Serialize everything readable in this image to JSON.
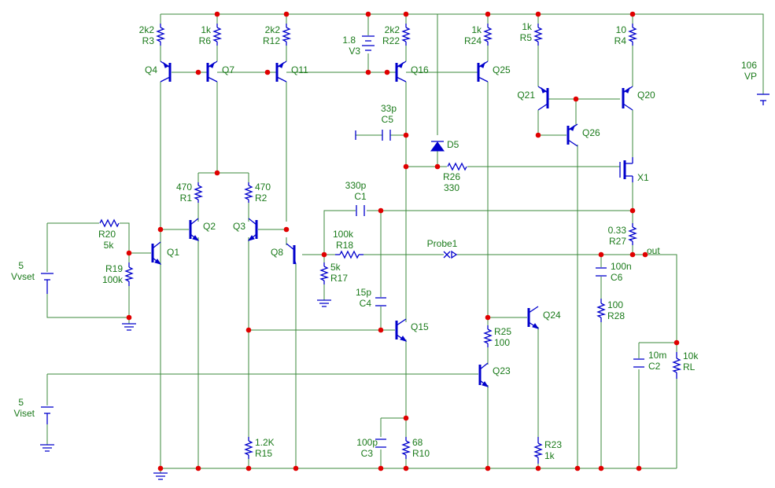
{
  "resistors": {
    "R3": {
      "ref": "R3",
      "value": "2k2"
    },
    "R6": {
      "ref": "R6",
      "value": "1k"
    },
    "R12": {
      "ref": "R12",
      "value": "2k2"
    },
    "R22": {
      "ref": "R22",
      "value": "2k2"
    },
    "R24": {
      "ref": "R24",
      "value": "1k"
    },
    "R5": {
      "ref": "R5",
      "value": "1k"
    },
    "R4": {
      "ref": "R4",
      "value": "10"
    },
    "R1": {
      "ref": "R1",
      "value": "470"
    },
    "R2": {
      "ref": "R2",
      "value": "470"
    },
    "R20": {
      "ref": "R20",
      "value": "5k"
    },
    "R19": {
      "ref": "R19",
      "value": "100k"
    },
    "R18": {
      "ref": "R18",
      "value": "100k"
    },
    "R17": {
      "ref": "R17",
      "value": "5k"
    },
    "R26": {
      "ref": "R26",
      "value": "330"
    },
    "R27": {
      "ref": "R27",
      "value": "0.33"
    },
    "R25": {
      "ref": "R25",
      "value": "100"
    },
    "R28": {
      "ref": "R28",
      "value": "100"
    },
    "R15": {
      "ref": "R15",
      "value": "1.2K"
    },
    "R10": {
      "ref": "R10",
      "value": "68"
    },
    "R23": {
      "ref": "R23",
      "value": "1k"
    },
    "RL": {
      "ref": "RL",
      "value": "10k"
    }
  },
  "capacitors": {
    "C5": {
      "ref": "C5",
      "value": "33p"
    },
    "C1": {
      "ref": "C1",
      "value": "330p"
    },
    "C4": {
      "ref": "C4",
      "value": "15p"
    },
    "C3": {
      "ref": "C3",
      "value": "100p"
    },
    "C6": {
      "ref": "C6",
      "value": "100n"
    },
    "C2": {
      "ref": "C2",
      "value": "10m"
    }
  },
  "transistors": {
    "Q1": "Q1",
    "Q2": "Q2",
    "Q3": "Q3",
    "Q4": "Q4",
    "Q7": "Q7",
    "Q8": "Q8",
    "Q11": "Q11",
    "Q15": "Q15",
    "Q16": "Q16",
    "Q20": "Q20",
    "Q21": "Q21",
    "Q23": "Q23",
    "Q24": "Q24",
    "Q25": "Q25",
    "Q26": "Q26",
    "X1": "X1"
  },
  "diode": {
    "ref": "D5"
  },
  "sources": {
    "V3": {
      "ref": "V3",
      "value": "1.8"
    },
    "VP": {
      "ref": "VP",
      "value": "106"
    },
    "Vvset": {
      "ref": "Vvset",
      "value": "5"
    },
    "Viset": {
      "ref": "Viset",
      "value": "5"
    }
  },
  "probe": {
    "label": "Probe1"
  },
  "net_labels": {
    "out": "out"
  },
  "colors": {
    "wire": "#3b8a3b",
    "component": "#0000cc",
    "junction": "#e00000",
    "text": "#1a7a1a"
  }
}
